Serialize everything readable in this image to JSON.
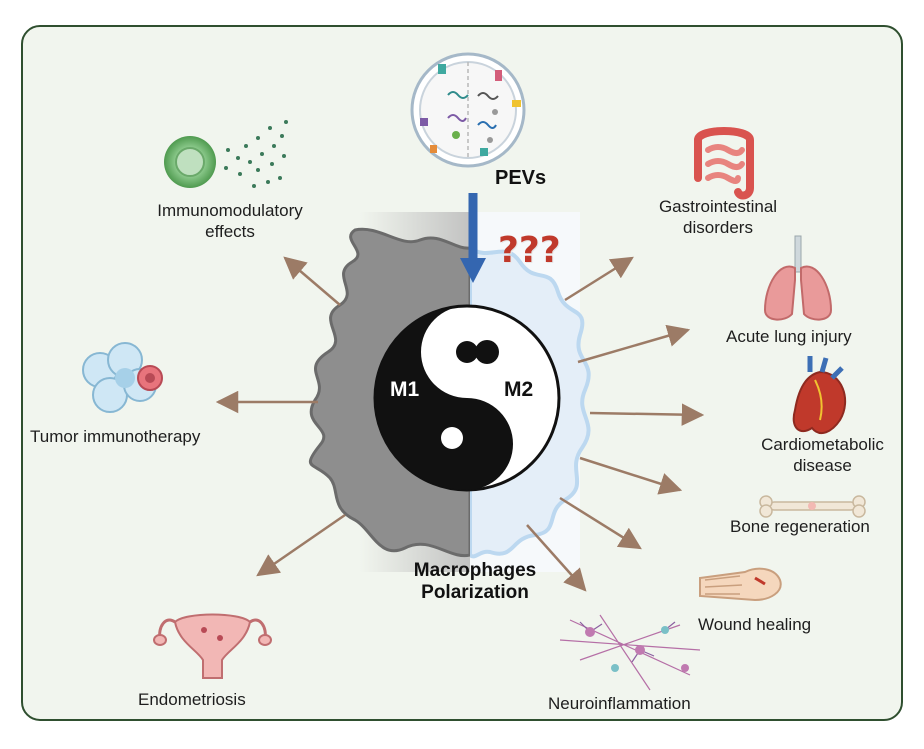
{
  "colors": {
    "panel_fill": "#f1f5ee",
    "panel_border": "#2f4f2f",
    "arrow": "#9c7b66",
    "pev_arrow": "#3466b0",
    "m1_cell": "#8e8e8e",
    "m2_cell": "#bcd8f0",
    "question_marks": "#c0392b"
  },
  "center": {
    "title_line1": "Macrophages",
    "title_line2": "Polarization",
    "m1_label": "M1",
    "m2_label": "M2",
    "question_marks": "???"
  },
  "top": {
    "pevs_label": "PEVs"
  },
  "left": {
    "immunomodulatory_line1": "Immunomodulatory",
    "immunomodulatory_line2": "effects",
    "tumor": "Tumor immunotherapy",
    "endometriosis": "Endometriosis"
  },
  "right": {
    "gi_line1": "Gastrointestinal",
    "gi_line2": "disorders",
    "lung": "Acute lung injury",
    "cardio_line1": "Cardiometabolic",
    "cardio_line2": "disease",
    "bone": "Bone regeneration",
    "wound": "Wound healing",
    "neuro": "Neuroinflammation"
  },
  "icons": {
    "immune_cell": "immune-cell-icon",
    "tumor_cells": "tumor-cells-icon",
    "uterus": "uterus-icon",
    "vesicle": "vesicle-icon",
    "intestine": "intestine-icon",
    "lungs": "lungs-icon",
    "heart": "heart-icon",
    "bone": "bone-icon",
    "hand": "hand-icon",
    "neurons": "neuron-network-icon"
  }
}
